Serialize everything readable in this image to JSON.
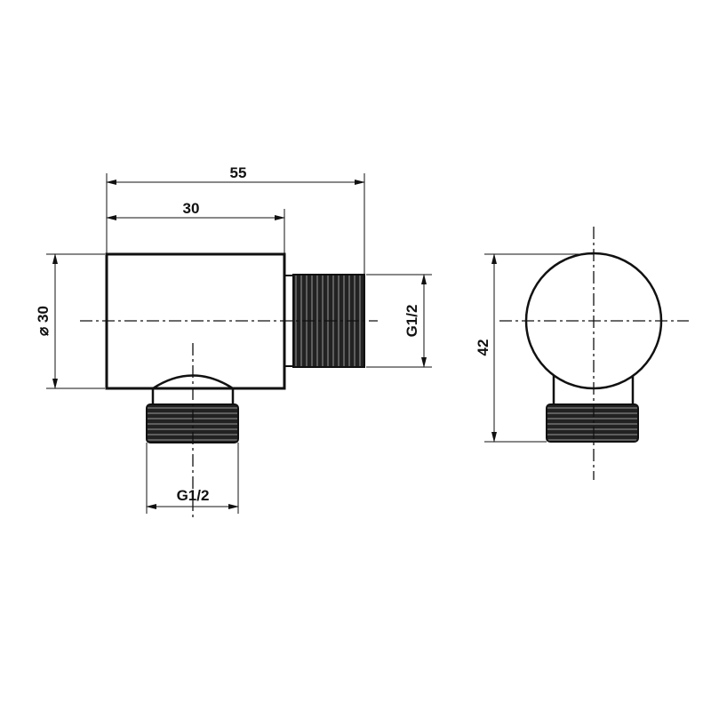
{
  "drawing": {
    "dimensions": {
      "overall_length": "55",
      "body_length": "30",
      "body_diameter": "⌀ 30",
      "side_thread": "G1/2",
      "bottom_thread": "G1/2",
      "total_height": "42"
    },
    "colors": {
      "line": "#111111",
      "background": "#ffffff"
    }
  }
}
